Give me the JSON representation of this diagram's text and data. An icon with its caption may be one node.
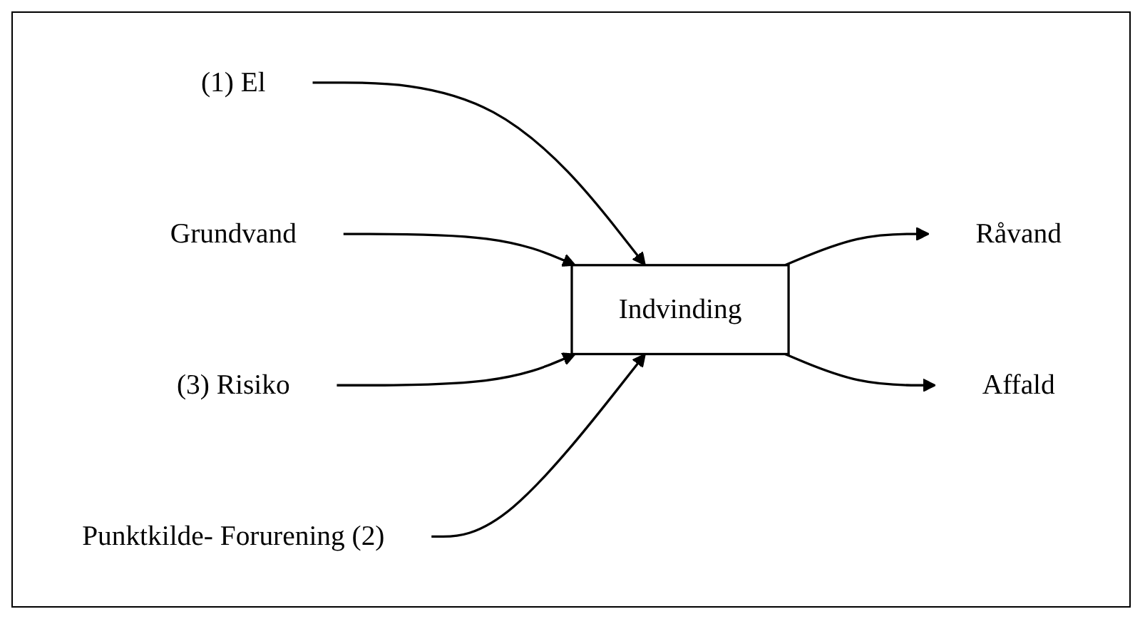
{
  "diagram": {
    "nodes": [
      {
        "text": [
          "(1) El"
        ]
      },
      {
        "text": [
          "Grundvand"
        ]
      },
      {
        "text": [
          "Indvinding"
        ]
      },
      {
        "text": [
          "Råvand"
        ]
      },
      {
        "text": [
          "(3) Risiko"
        ]
      },
      {
        "text": [
          "Affald"
        ]
      },
      {
        "text": [
          "Punktkilde- Forurening (2)"
        ]
      }
    ],
    "edges": [
      {
        "from": 0,
        "to": 2,
        "arrow": "to"
      },
      {
        "from": 1,
        "to": 2,
        "arrow": "to"
      },
      {
        "from": 2,
        "to": 3,
        "arrow": "to"
      },
      {
        "from": 4,
        "to": 2,
        "arrow": "to"
      },
      {
        "from": 2,
        "to": 5,
        "arrow": "to"
      },
      {
        "from": 6,
        "to": 2,
        "arrow": "to"
      }
    ]
  }
}
